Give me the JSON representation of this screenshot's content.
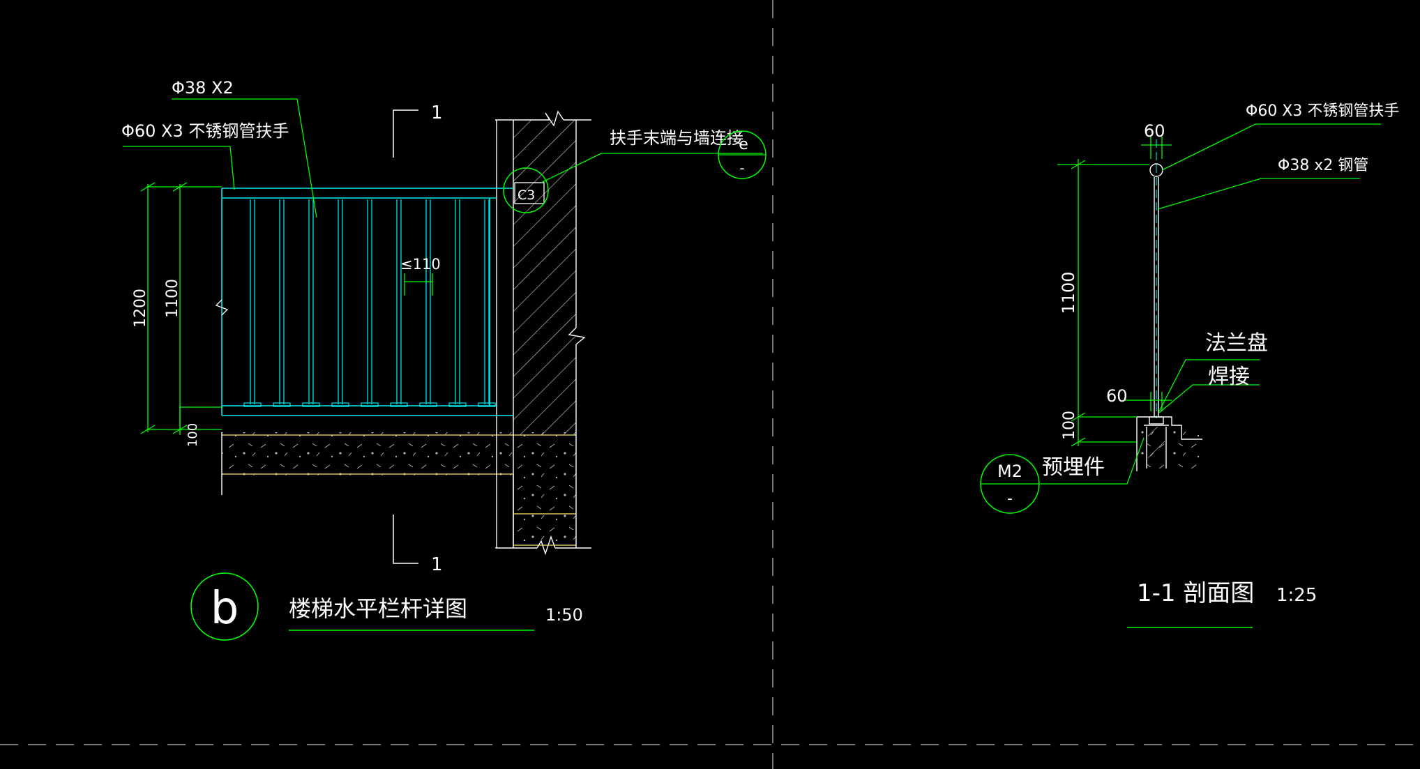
{
  "colors": {
    "background": "#000000",
    "line_white": "#ffffff",
    "line_green": "#00ff00",
    "line_cyan": "#00ffff",
    "line_yellow": "#ffff00",
    "line_hatch": "#bfbfbf",
    "dashed_grey": "#9a9a9a"
  },
  "detail_b": {
    "label_pipe38": "Φ38 X2",
    "label_handrail": "Φ60 X3 不锈钢管扶手",
    "label_wall_connection": "扶手末端与墙连接",
    "ref_bubble_top": "e",
    "ref_bubble_bottom": "-",
    "dim_1200": "1200",
    "dim_1100": "1100",
    "dim_100": "100",
    "dim_spacing": "≤110",
    "section_mark_top": "1",
    "section_mark_bottom": "1",
    "plate_label": "C3",
    "title_bubble": "b",
    "title": "楼梯水平栏杆详图",
    "scale": "1:50"
  },
  "section_1_1": {
    "dim_60_top": "60",
    "label_handrail": "Φ60 X3 不锈钢管扶手",
    "label_pipe": "Φ38 x2 钢管",
    "dim_1100": "1100",
    "label_flange": "法兰盘",
    "label_weld": "焊接",
    "dim_60_bottom": "60",
    "dim_100": "100",
    "bubble_top": "M2",
    "bubble_bottom": "-",
    "label_embedded": "预埋件",
    "title": "1-1 剖面图",
    "scale": "1:25"
  }
}
